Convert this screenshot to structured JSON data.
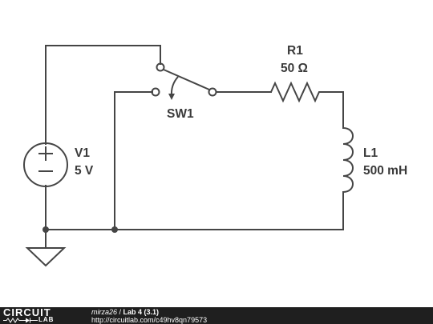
{
  "components": {
    "v1": {
      "name": "V1",
      "value": "5 V"
    },
    "sw1": {
      "name": "SW1"
    },
    "r1": {
      "name": "R1",
      "value": "50 Ω"
    },
    "l1": {
      "name": "L1",
      "value": "500 mH"
    }
  },
  "footer": {
    "logo_top": "CIRCUIT",
    "logo_bottom": "LAB",
    "author": "mirza26",
    "separator": " / ",
    "title": "Lab 4 (3.1)",
    "url": "http://circuitlab.com/c49hv8qn79573"
  },
  "colors": {
    "stroke": "#454545",
    "footer_bg": "#1f1f1f"
  }
}
